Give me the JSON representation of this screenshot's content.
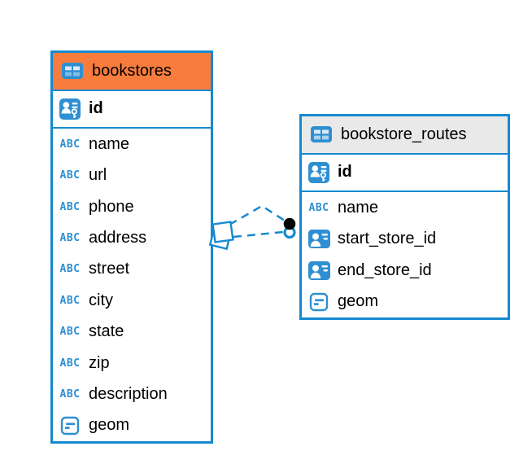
{
  "diagram": {
    "type": "entity-relationship",
    "tables": [
      {
        "name": "bookstores",
        "header_icon": "table-icon",
        "header_bg": "#f87c3e",
        "primary_key": {
          "name": "id",
          "icon": "primary-key-icon"
        },
        "fields": [
          {
            "name": "name",
            "icon": "text-icon"
          },
          {
            "name": "url",
            "icon": "text-icon"
          },
          {
            "name": "phone",
            "icon": "text-icon"
          },
          {
            "name": "address",
            "icon": "text-icon"
          },
          {
            "name": "street",
            "icon": "text-icon"
          },
          {
            "name": "city",
            "icon": "text-icon"
          },
          {
            "name": "state",
            "icon": "text-icon"
          },
          {
            "name": "zip",
            "icon": "text-icon"
          },
          {
            "name": "description",
            "icon": "text-icon"
          },
          {
            "name": "geom",
            "icon": "geometry-icon"
          }
        ]
      },
      {
        "name": "bookstore_routes",
        "header_icon": "table-icon",
        "header_bg": "#e9e9e9",
        "primary_key": {
          "name": "id",
          "icon": "primary-key-icon"
        },
        "fields": [
          {
            "name": "name",
            "icon": "text-icon"
          },
          {
            "name": "start_store_id",
            "icon": "foreign-key-icon"
          },
          {
            "name": "end_store_id",
            "icon": "foreign-key-icon"
          },
          {
            "name": "geom",
            "icon": "geometry-icon"
          }
        ]
      }
    ],
    "connections": [
      {
        "from_table": "bookstore_routes",
        "to_table": "bookstores",
        "line_style": "dashed",
        "from_marker": "dot-and-ring",
        "to_marker": "stacked-diamonds"
      },
      {
        "from_table": "bookstore_routes",
        "to_table": "bookstores",
        "line_style": "dashed",
        "from_marker": "dot-and-ring",
        "to_marker": "stacked-diamonds"
      }
    ]
  },
  "icons": {
    "text_glyph": "ABC"
  },
  "colors": {
    "table_border": "#1789cf",
    "connector": "#1789cf",
    "icon_blue": "#2e8fd3",
    "bookstores_header_bg": "#f87c3e",
    "bookstore_routes_header_bg": "#e9e9e9",
    "field_text": "#000000",
    "marker_dot": "#000000",
    "background": "#ffffff"
  }
}
